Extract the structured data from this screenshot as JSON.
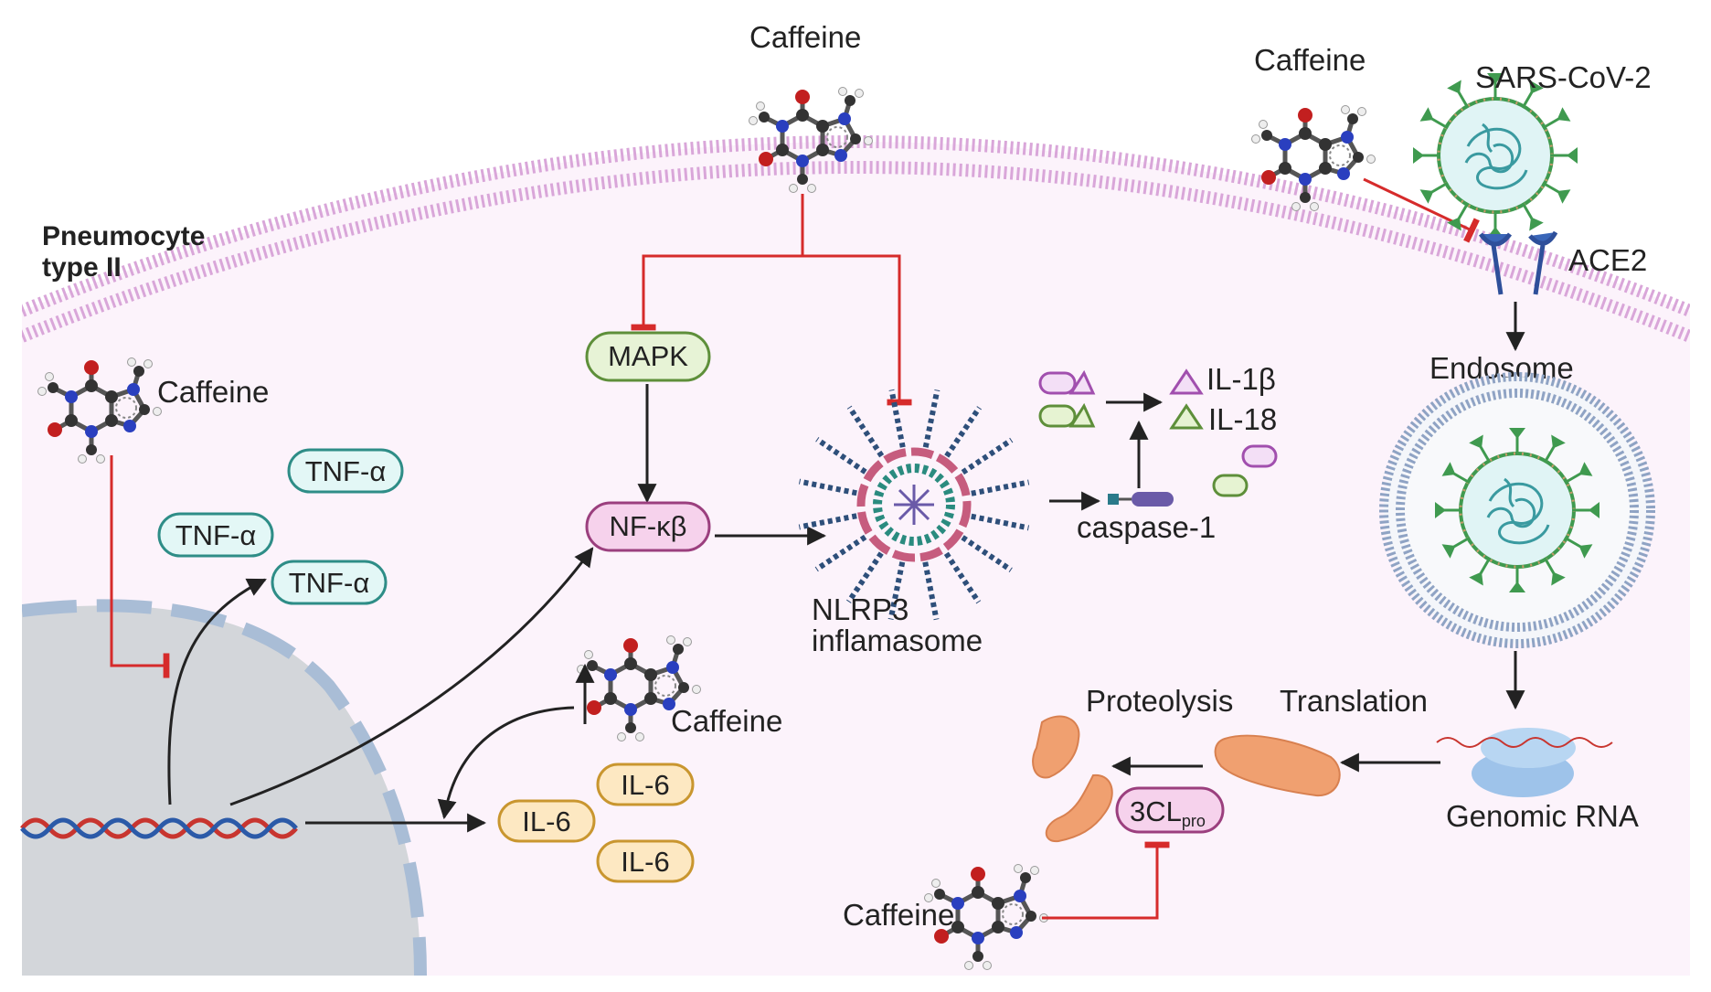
{
  "cell": {
    "label_line1": "Pneumocyte",
    "label_line2": "type II"
  },
  "molecules": {
    "caffeine_top": "Caffeine",
    "caffeine_top_right": "Caffeine",
    "caffeine_left": "Caffeine",
    "caffeine_mid": "Caffeine",
    "caffeine_bottom": "Caffeine"
  },
  "signaling": {
    "mapk": "MAPK",
    "nfkb": "NF-κβ",
    "tnf": [
      "TNF-α",
      "TNF-α",
      "TNF-α"
    ],
    "il6": [
      "IL-6",
      "IL-6",
      "IL-6"
    ],
    "nlrp3_line1": "NLRP3",
    "nlrp3_line2": "inflamasome",
    "caspase": "caspase-1",
    "il1b": "IL-1β",
    "il18": "IL-18"
  },
  "virus": {
    "name": "SARS-CoV-2",
    "receptor": "ACE2",
    "endosome": "Endosome",
    "genomic_rna": "Genomic RNA",
    "translation": "Translation",
    "proteolysis": "Proteolysis",
    "protease_main": "3CL",
    "protease_sub": "pro"
  },
  "colors": {
    "inhibition": "#d62b2b",
    "activation": "#222222",
    "membrane": "#d9a6d9",
    "cytoplasm": "#fcf3fb",
    "nucleus": "#d3d6da",
    "mapk_fill": "#e7f3d6",
    "mapk_stroke": "#5e8f3a",
    "nfkb_fill": "#f6d2ec",
    "nfkb_stroke": "#9b3f7e",
    "tnf_fill": "#e3f7f6",
    "tnf_stroke": "#2e8d87",
    "il6_fill": "#fde8c2",
    "il6_stroke": "#c9962f",
    "virus_green": "#3f9a4f",
    "virus_core": "#bfe8ec",
    "protein_orange": "#f0a070"
  }
}
